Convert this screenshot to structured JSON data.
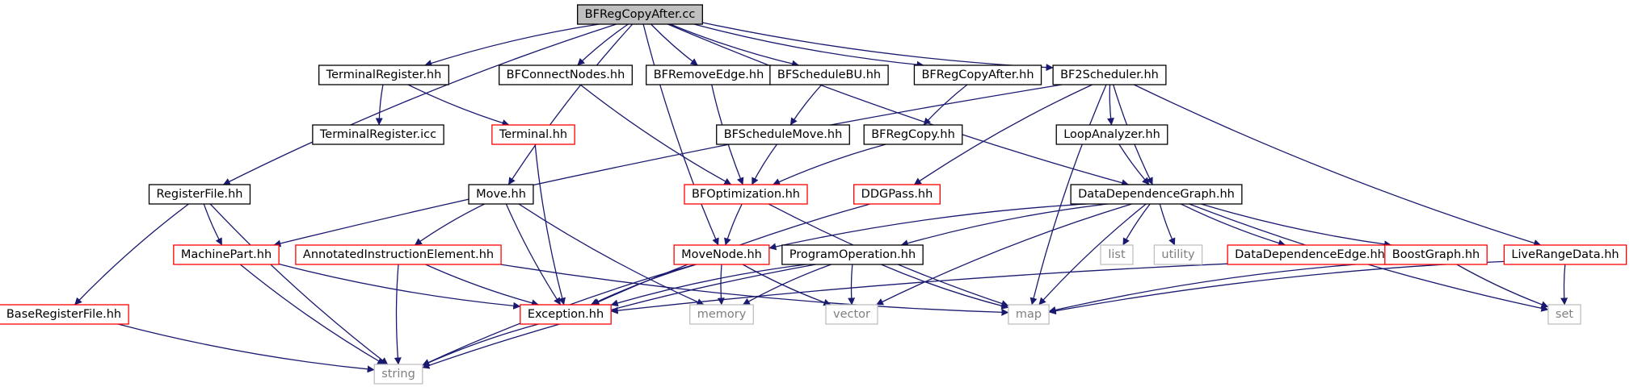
{
  "colors": {
    "edge": "#191970",
    "root_fill": "#bfbfbf",
    "normal_border": "#000000",
    "truncated_border": "#ff0000",
    "system_border": "#bfbfbf",
    "system_text": "#7f7f7f"
  },
  "nodes": [
    {
      "id": "root",
      "label": "BFRegCopyAfter.cc",
      "kind": "root"
    },
    {
      "id": "terminalregister_hh",
      "label": "TerminalRegister.hh",
      "kind": "normal"
    },
    {
      "id": "bfconnectnodes_hh",
      "label": "BFConnectNodes.hh",
      "kind": "normal"
    },
    {
      "id": "bfremoveedge_hh",
      "label": "BFRemoveEdge.hh",
      "kind": "normal"
    },
    {
      "id": "bfschedulebu_hh",
      "label": "BFScheduleBU.hh",
      "kind": "normal"
    },
    {
      "id": "bfregcopyafter_hh",
      "label": "BFRegCopyAfter.hh",
      "kind": "normal"
    },
    {
      "id": "bf2scheduler_hh",
      "label": "BF2Scheduler.hh",
      "kind": "normal"
    },
    {
      "id": "terminalregister_icc",
      "label": "TerminalRegister.icc",
      "kind": "normal"
    },
    {
      "id": "terminal_hh",
      "label": "Terminal.hh",
      "kind": "truncated"
    },
    {
      "id": "bfschedulemove_hh",
      "label": "BFScheduleMove.hh",
      "kind": "normal"
    },
    {
      "id": "bfregcopy_hh",
      "label": "BFRegCopy.hh",
      "kind": "normal"
    },
    {
      "id": "loopanalyzer_hh",
      "label": "LoopAnalyzer.hh",
      "kind": "normal"
    },
    {
      "id": "registerfile_hh",
      "label": "RegisterFile.hh",
      "kind": "normal"
    },
    {
      "id": "move_hh",
      "label": "Move.hh",
      "kind": "normal"
    },
    {
      "id": "bfoptimization_hh",
      "label": "BFOptimization.hh",
      "kind": "truncated"
    },
    {
      "id": "ddgpass_hh",
      "label": "DDGPass.hh",
      "kind": "truncated"
    },
    {
      "id": "datadependencegraph_hh",
      "label": "DataDependenceGraph.hh",
      "kind": "normal"
    },
    {
      "id": "machinepart_hh",
      "label": "MachinePart.hh",
      "kind": "truncated"
    },
    {
      "id": "annotatedinstructionelement_hh",
      "label": "AnnotatedInstructionElement.hh",
      "kind": "truncated"
    },
    {
      "id": "movenode_hh",
      "label": "MoveNode.hh",
      "kind": "truncated"
    },
    {
      "id": "programoperation_hh",
      "label": "ProgramOperation.hh",
      "kind": "normal"
    },
    {
      "id": "list",
      "label": "list",
      "kind": "system"
    },
    {
      "id": "utility",
      "label": "utility",
      "kind": "system"
    },
    {
      "id": "datadependenceedge_hh",
      "label": "DataDependenceEdge.hh",
      "kind": "truncated"
    },
    {
      "id": "boostgraph_hh",
      "label": "BoostGraph.hh",
      "kind": "truncated"
    },
    {
      "id": "liverangedata_hh",
      "label": "LiveRangeData.hh",
      "kind": "truncated"
    },
    {
      "id": "baseregisterfile_hh",
      "label": "BaseRegisterFile.hh",
      "kind": "truncated"
    },
    {
      "id": "exception_hh",
      "label": "Exception.hh",
      "kind": "truncated"
    },
    {
      "id": "memory",
      "label": "memory",
      "kind": "system"
    },
    {
      "id": "vector",
      "label": "vector",
      "kind": "system"
    },
    {
      "id": "map",
      "label": "map",
      "kind": "system"
    },
    {
      "id": "set",
      "label": "set",
      "kind": "system"
    },
    {
      "id": "string",
      "label": "string",
      "kind": "system"
    }
  ],
  "edges": [
    {
      "from": "root",
      "to": "terminalregister_hh"
    },
    {
      "from": "root",
      "to": "bfconnectnodes_hh"
    },
    {
      "from": "root",
      "to": "bfremoveedge_hh"
    },
    {
      "from": "root",
      "to": "bfschedulebu_hh"
    },
    {
      "from": "root",
      "to": "bfregcopyafter_hh"
    },
    {
      "from": "root",
      "to": "bf2scheduler_hh"
    },
    {
      "from": "root",
      "to": "registerfile_hh"
    },
    {
      "from": "root",
      "to": "move_hh"
    },
    {
      "from": "root",
      "to": "movenode_hh"
    },
    {
      "from": "root",
      "to": "datadependencegraph_hh"
    },
    {
      "from": "terminalregister_hh",
      "to": "terminalregister_icc"
    },
    {
      "from": "terminalregister_hh",
      "to": "terminal_hh"
    },
    {
      "from": "terminal_hh",
      "to": "exception_hh"
    },
    {
      "from": "bfconnectnodes_hh",
      "to": "bfoptimization_hh"
    },
    {
      "from": "bfremoveedge_hh",
      "to": "bfoptimization_hh"
    },
    {
      "from": "bfschedulebu_hh",
      "to": "bfschedulemove_hh"
    },
    {
      "from": "bfschedulemove_hh",
      "to": "bfoptimization_hh"
    },
    {
      "from": "bfregcopyafter_hh",
      "to": "bfregcopy_hh"
    },
    {
      "from": "bfregcopy_hh",
      "to": "bfoptimization_hh"
    },
    {
      "from": "bf2scheduler_hh",
      "to": "loopanalyzer_hh"
    },
    {
      "from": "bf2scheduler_hh",
      "to": "datadependencegraph_hh"
    },
    {
      "from": "bf2scheduler_hh",
      "to": "ddgpass_hh"
    },
    {
      "from": "bf2scheduler_hh",
      "to": "machinepart_hh"
    },
    {
      "from": "bf2scheduler_hh",
      "to": "map"
    },
    {
      "from": "bf2scheduler_hh",
      "to": "liverangedata_hh"
    },
    {
      "from": "loopanalyzer_hh",
      "to": "datadependencegraph_hh"
    },
    {
      "from": "bfoptimization_hh",
      "to": "movenode_hh"
    },
    {
      "from": "bfoptimization_hh",
      "to": "map"
    },
    {
      "from": "ddgpass_hh",
      "to": "exception_hh"
    },
    {
      "from": "registerfile_hh",
      "to": "machinepart_hh"
    },
    {
      "from": "registerfile_hh",
      "to": "baseregisterfile_hh"
    },
    {
      "from": "registerfile_hh",
      "to": "string"
    },
    {
      "from": "move_hh",
      "to": "annotatedinstructionelement_hh"
    },
    {
      "from": "move_hh",
      "to": "exception_hh"
    },
    {
      "from": "move_hh",
      "to": "memory"
    },
    {
      "from": "machinepart_hh",
      "to": "exception_hh"
    },
    {
      "from": "machinepart_hh",
      "to": "string"
    },
    {
      "from": "annotatedinstructionelement_hh",
      "to": "exception_hh"
    },
    {
      "from": "annotatedinstructionelement_hh",
      "to": "string"
    },
    {
      "from": "annotatedinstructionelement_hh",
      "to": "map"
    },
    {
      "from": "movenode_hh",
      "to": "exception_hh"
    },
    {
      "from": "movenode_hh",
      "to": "memory"
    },
    {
      "from": "movenode_hh",
      "to": "vector"
    },
    {
      "from": "movenode_hh",
      "to": "string"
    },
    {
      "from": "programoperation_hh",
      "to": "exception_hh"
    },
    {
      "from": "programoperation_hh",
      "to": "memory"
    },
    {
      "from": "programoperation_hh",
      "to": "vector"
    },
    {
      "from": "programoperation_hh",
      "to": "map"
    },
    {
      "from": "programoperation_hh",
      "to": "string"
    },
    {
      "from": "datadependencegraph_hh",
      "to": "movenode_hh"
    },
    {
      "from": "datadependencegraph_hh",
      "to": "programoperation_hh"
    },
    {
      "from": "datadependencegraph_hh",
      "to": "list"
    },
    {
      "from": "datadependencegraph_hh",
      "to": "utility"
    },
    {
      "from": "datadependencegraph_hh",
      "to": "datadependenceedge_hh"
    },
    {
      "from": "datadependencegraph_hh",
      "to": "boostgraph_hh"
    },
    {
      "from": "datadependencegraph_hh",
      "to": "vector"
    },
    {
      "from": "datadependencegraph_hh",
      "to": "map"
    },
    {
      "from": "datadependencegraph_hh",
      "to": "set"
    },
    {
      "from": "boostgraph_hh",
      "to": "exception_hh"
    },
    {
      "from": "boostgraph_hh",
      "to": "map"
    },
    {
      "from": "boostgraph_hh",
      "to": "set"
    },
    {
      "from": "liverangedata_hh",
      "to": "map"
    },
    {
      "from": "liverangedata_hh",
      "to": "set"
    },
    {
      "from": "baseregisterfile_hh",
      "to": "string"
    },
    {
      "from": "exception_hh",
      "to": "string"
    }
  ]
}
